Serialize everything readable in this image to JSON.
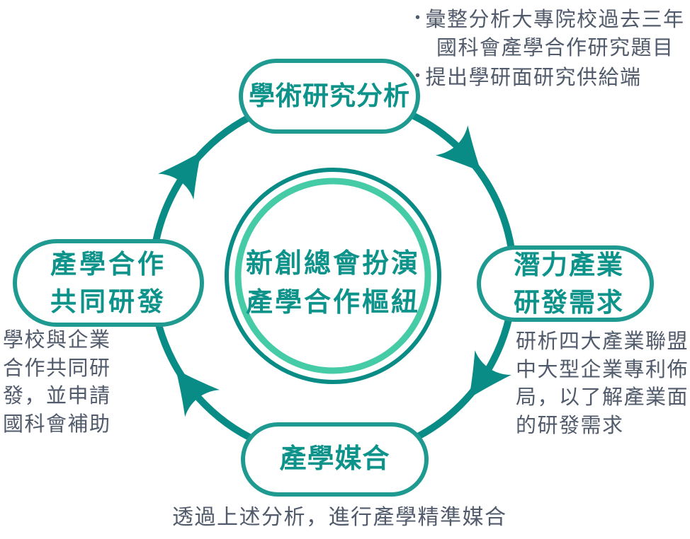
{
  "diagram": {
    "center": {
      "line1": "新創總會扮演",
      "line2": "產學合作樞紐"
    },
    "nodes": {
      "top": {
        "label": "學術研究分析"
      },
      "right": {
        "line1": "潛力產業",
        "line2": "研發需求"
      },
      "bottom": {
        "label": "產學媒合"
      },
      "left": {
        "line1": "產學合作",
        "line2": "共同研發"
      }
    },
    "annotations": {
      "top_right": {
        "bullet": "•",
        "line1": "彙整分析大專院校過去三年",
        "line2": "國科會產學合作研究題目",
        "line3": "提出學研面研究供給端"
      },
      "right": {
        "line1": "研析四大產業聯盟",
        "line2": "中大型企業專利佈",
        "line3": "局，以了解產業面",
        "line4": "的研發需求"
      },
      "left": {
        "line1": "學校與企業",
        "line2": "合作共同研",
        "line3": "發，並申請",
        "line4": "國科會補助"
      },
      "bottom": {
        "text": "透過上述分析，進行產學精準媒合"
      }
    },
    "flow_direction": "clockwise",
    "colors": {
      "teal": "#0a8c86",
      "pill_border_teal": "#1f9a91",
      "teal_text": "#0e938b",
      "light_green": "#45cba6",
      "annotation_text": "#515b6b",
      "background": "#ffffff"
    }
  }
}
